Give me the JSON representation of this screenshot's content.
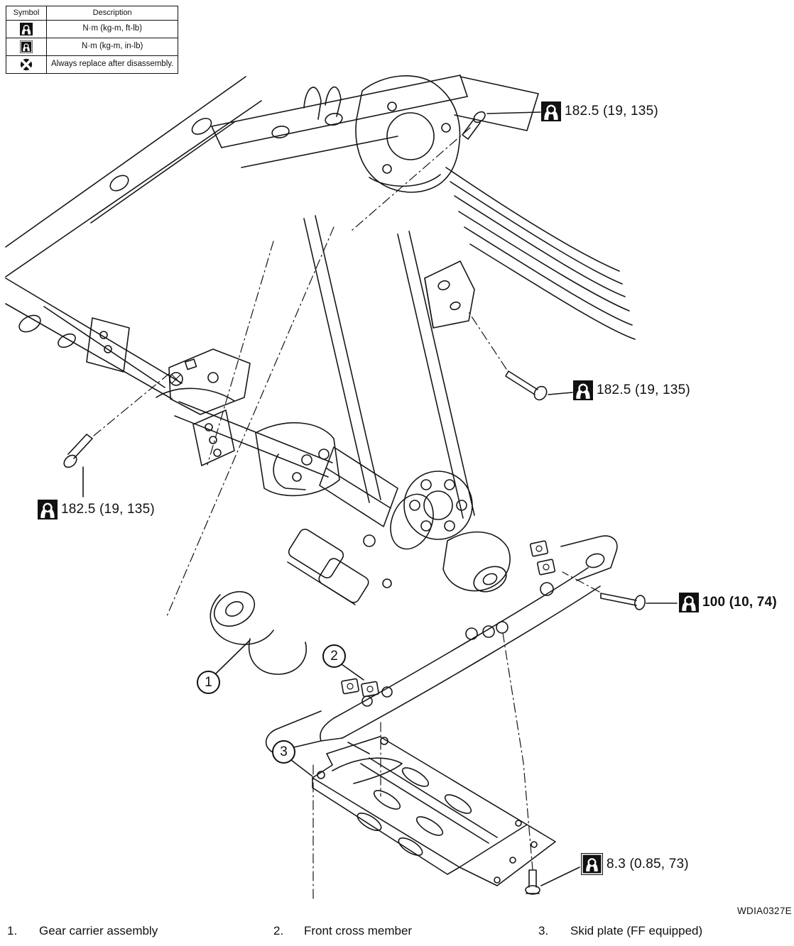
{
  "legend": {
    "col_headers": [
      "Symbol",
      "Description"
    ],
    "rows": [
      {
        "symbol": "torque-wrench-ftlb-icon",
        "description": "N·m (kg-m, ft-lb)"
      },
      {
        "symbol": "torque-wrench-inlb-icon",
        "description": "N·m (kg-m, in-lb)"
      },
      {
        "symbol": "always-replace-icon",
        "description": "Always replace after disassembly."
      }
    ]
  },
  "torque_callouts": {
    "top": {
      "value": "182.5 (19, 135)"
    },
    "right": {
      "value": "182.5 (19, 135)"
    },
    "left": {
      "value": "182.5 (19, 135)"
    },
    "cross_member": {
      "value": "100 (10, 74)"
    },
    "skid_plate": {
      "value": "8.3 (0.85, 73)"
    }
  },
  "part_markers": {
    "gear_carrier": "1",
    "cross_member": "2",
    "skid_plate": "3"
  },
  "caption": {
    "items": [
      {
        "index": "1.",
        "label": "Gear carrier assembly"
      },
      {
        "index": "2.",
        "label": "Front cross member"
      },
      {
        "index": "3.",
        "label": "Skid plate (FF equipped)"
      }
    ]
  },
  "figure_code": "WDIA0327E"
}
